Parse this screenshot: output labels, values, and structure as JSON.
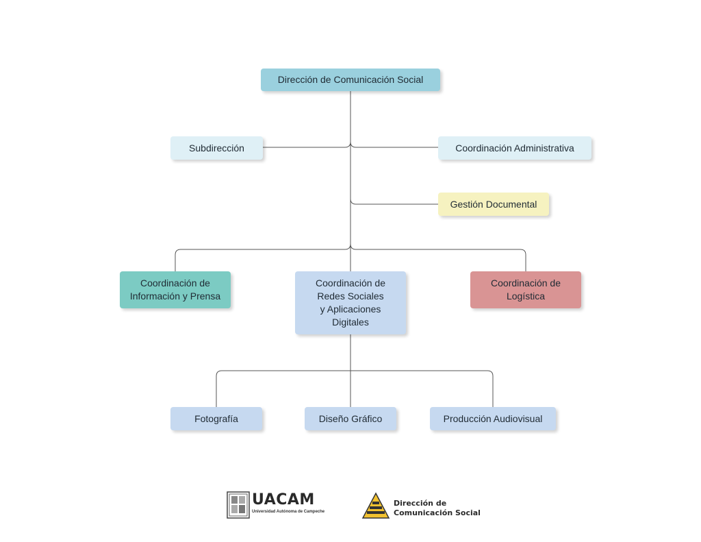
{
  "colors": {
    "director": "#9ad0de",
    "sub": "#dff0f6",
    "gestion": "#f6f2c0",
    "info": "#7ccbc3",
    "redes": "#c6d9f0",
    "logistica": "#d99494",
    "bottom": "#c6d9f0",
    "line": "#555555"
  },
  "org": {
    "director": "Dirección de Comunicación Social",
    "subdireccion": "Subdirección",
    "coord_admin": "Coordinación Administrativa",
    "gestion": "Gestión Documental",
    "coord_info": "Coordinación de\nInformación y Prensa",
    "coord_redes": "Coordinación de\nRedes Sociales\ny Aplicaciones\nDigitales",
    "coord_logistica": "Coordinación de\nLogística",
    "fotografia": "Fotografía",
    "diseno": "Diseño Gráfico",
    "produccion": "Producción Audiovisual"
  },
  "footer": {
    "uacam_name": "UACAM",
    "uacam_sub": "Universidad Autónoma de Campeche",
    "dcs_line1": "Dirección de",
    "dcs_line2": "Comunicación Social"
  }
}
